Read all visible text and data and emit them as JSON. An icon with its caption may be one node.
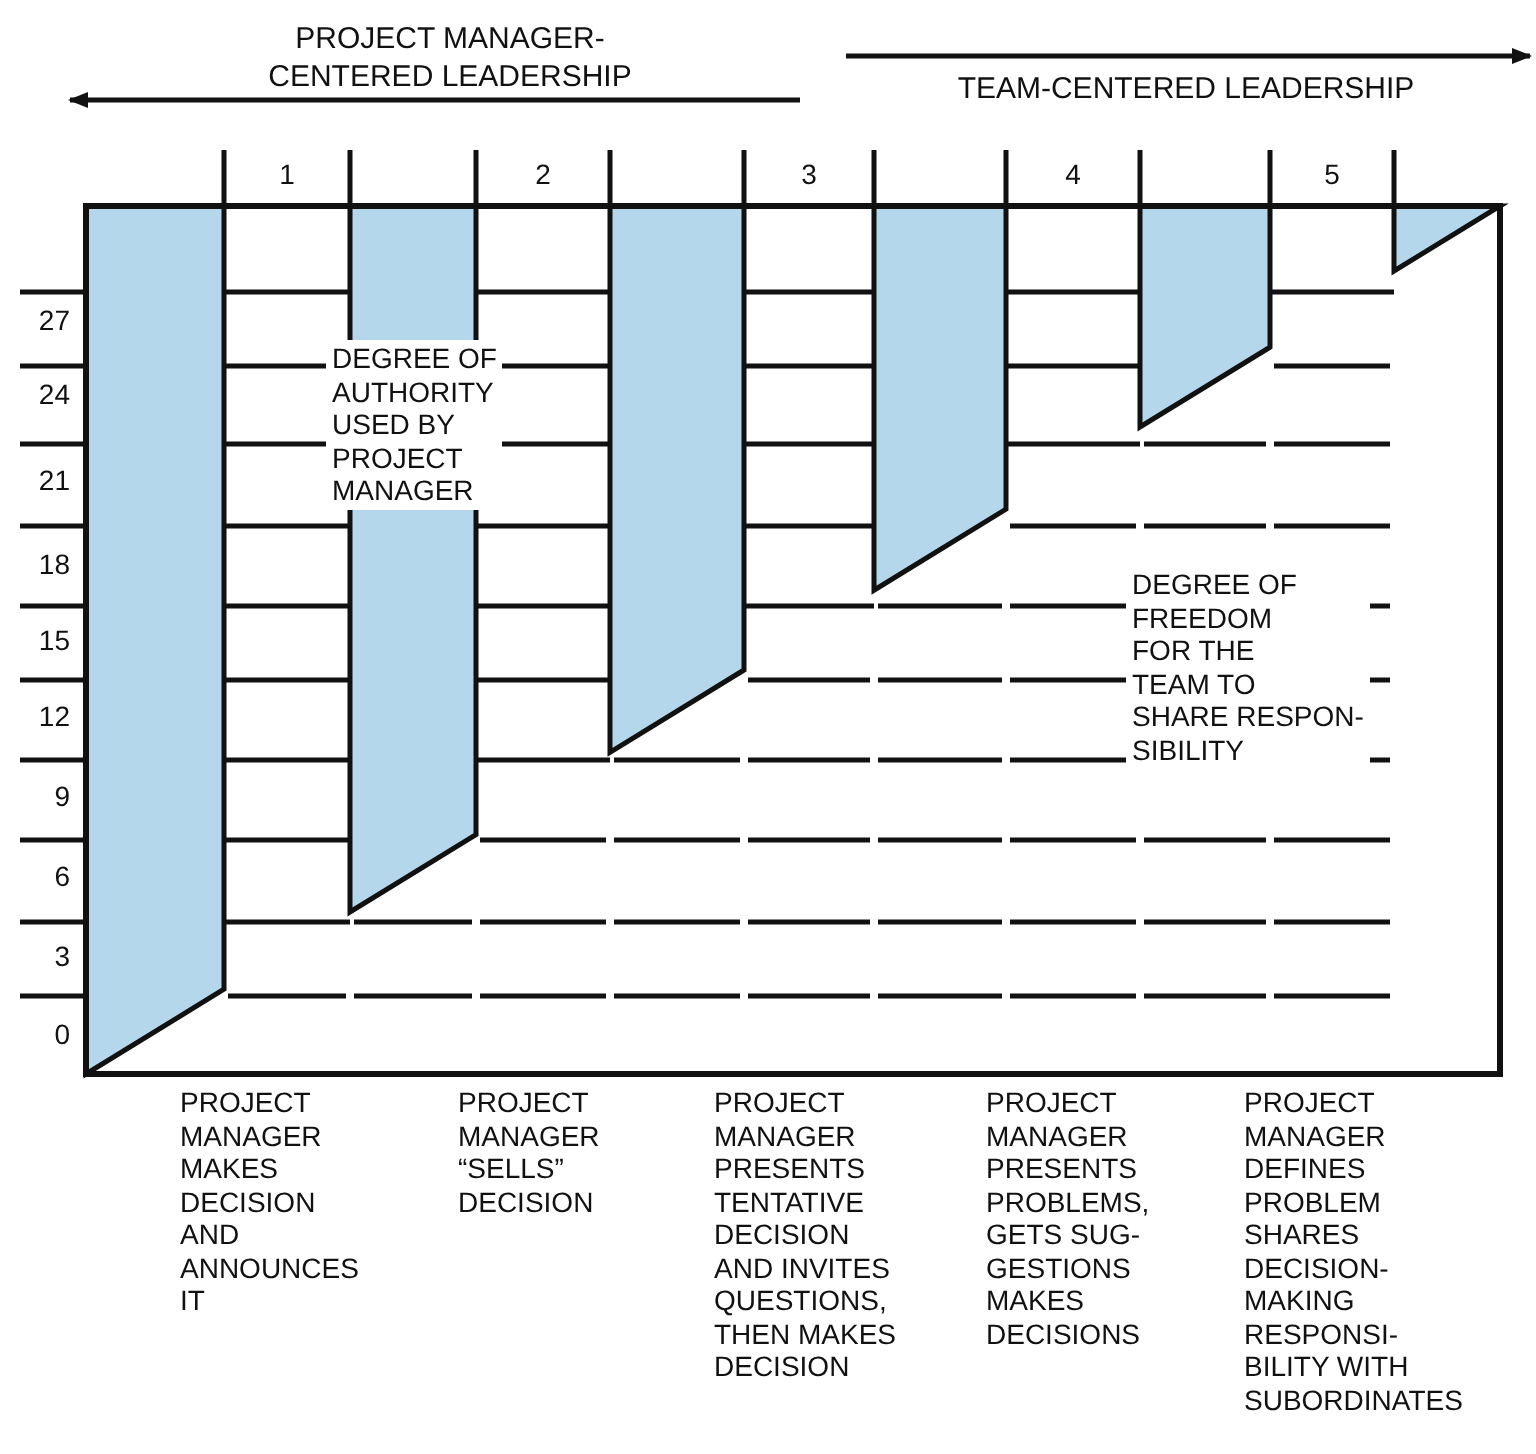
{
  "diagram": {
    "labels": [
      "PROJECT MANAGER-CENTERED LEADERSHIP",
      "TEAM-CENTERED LEADERSHIP",
      "1",
      "2",
      "3",
      "4",
      "5",
      "27",
      "24",
      "21",
      "18",
      "15",
      "12",
      "9",
      "6",
      "3",
      "0",
      "DEGREE OF AUTHORITY USED BY PROJECT MANAGER",
      "DEGREE OF FREEDOM FOR THE TEAM TO SHARE RESPON- SIBILITY",
      "PROJECT MANAGER MAKES DECISION AND ANNOUNCES IT",
      "PROJECT MANAGER “SELLS” DECISION",
      "PROJECT MANAGER PRESENTS TENTATIVE DECISION AND INVITES QUESTIONS, THEN MAKES DECISION",
      "PROJECT MANAGER PRESENTS PROBLEMS, GETS SUG- GESTIONS MAKES DECISIONS",
      "PROJECT MANAGER DEFINES PROBLEM SHARES DECISION-MAKING RESPONSI- BILITY WITH SUBORDINATES"
    ]
  }
}
